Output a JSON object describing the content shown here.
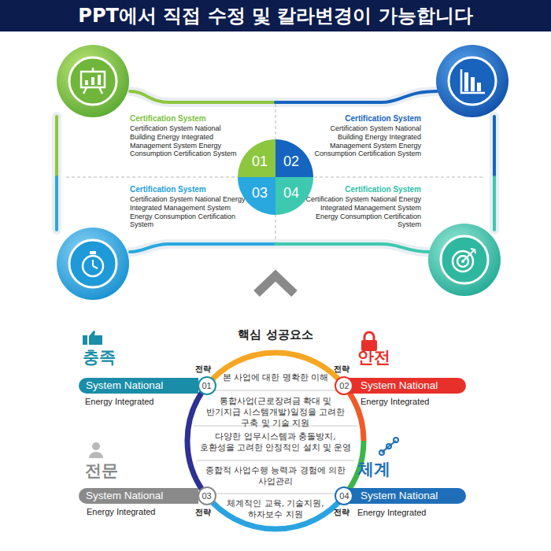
{
  "diagram": {
    "title": "PPT에서 직접 수정 및 칼라변경이 가능합니다",
    "nodes": [
      {
        "text": [
          "Certification System",
          "Certification System National Building Energy Integrated Management System Energy Consumption Certification System"
        ]
      },
      {
        "text": [
          "Certification System",
          "Certification System National Building Energy Integrated Management System Energy Consumption Certification System"
        ]
      },
      {
        "text": [
          "Certification System",
          "Certification System National Energy Integrated Management System Energy Consumption Certification System"
        ]
      },
      {
        "text": [
          "Certification System",
          "Certification System National Energy Integrated Management System Energy Consumption Certification System"
        ]
      },
      {
        "text": [
          "01"
        ]
      },
      {
        "text": [
          "02"
        ]
      },
      {
        "text": [
          "03"
        ]
      },
      {
        "text": [
          "04"
        ]
      },
      {
        "text": [
          "핵심 성공요소",
          "본 사업에 대한 명확한 이해",
          "통합사업(근로장려금 확대 및 반기지급 시스템개발)일정을 고려한 구축 및 기술 지원",
          "다양한 업무시스템과 충돌방지, 호환성을 고려한 안정적인 설치 및 운영",
          "종합적 사업수행 능력과 경험에 의한 사업관리",
          "체계적인 교육, 기술지원, 하자보수 지원"
        ]
      },
      {
        "text": [
          "충족",
          "System National",
          "Energy Integrated"
        ]
      },
      {
        "text": [
          "안전",
          "System National",
          "Energy Integrated"
        ]
      },
      {
        "text": [
          "전문",
          "System National",
          "Energy Integrated"
        ]
      },
      {
        "text": [
          "체계",
          "System National",
          "Energy Integrated"
        ]
      },
      {
        "text": [
          "01"
        ]
      },
      {
        "text": [
          "02"
        ]
      },
      {
        "text": [
          "03"
        ]
      },
      {
        "text": [
          "04"
        ]
      }
    ],
    "labels": [
      "전략",
      "전략",
      "전략",
      "전략"
    ]
  }
}
